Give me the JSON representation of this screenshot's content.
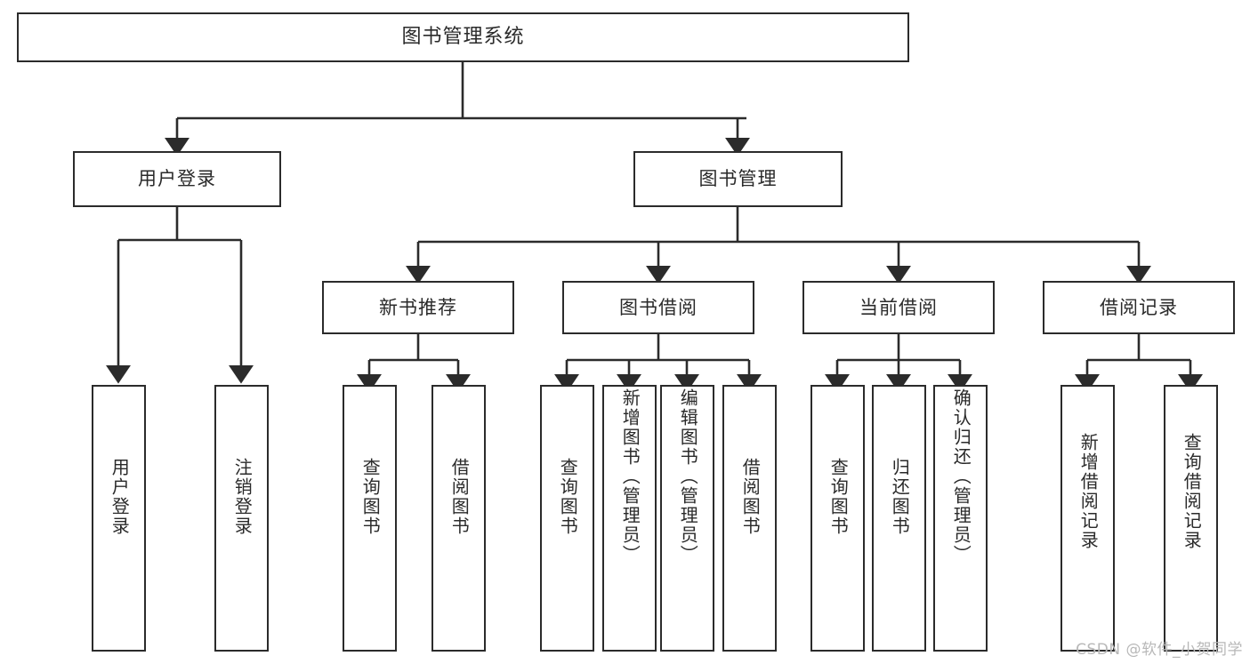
{
  "diagram": {
    "type": "tree",
    "title": "图书管理系统",
    "colors": {
      "border": "#2b2b2b",
      "background": "#ffffff",
      "text": "#2a2a2a",
      "watermark": "#b8b8b8"
    },
    "root": {
      "label": "图书管理系统"
    },
    "level2": [
      {
        "label": "用户登录"
      },
      {
        "label": "图书管理"
      }
    ],
    "level3": [
      {
        "label": "新书推荐"
      },
      {
        "label": "图书借阅"
      },
      {
        "label": "当前借阅"
      },
      {
        "label": "借阅记录"
      }
    ],
    "leaves": {
      "user_login": [
        {
          "label": "用户登录"
        },
        {
          "label": "注销登录"
        }
      ],
      "new_book_recommend": [
        {
          "label": "查询图书"
        },
        {
          "label": "借阅图书"
        }
      ],
      "book_borrow": [
        {
          "label": "查询图书"
        },
        {
          "label": "新增图书（管理员）"
        },
        {
          "label": "编辑图书（管理员）"
        },
        {
          "label": "借阅图书"
        }
      ],
      "current_borrow": [
        {
          "label": "查询图书"
        },
        {
          "label": "归还图书"
        },
        {
          "label": "确认归还（管理员）"
        }
      ],
      "borrow_record": [
        {
          "label": "新增借阅记录"
        },
        {
          "label": "查询借阅记录"
        }
      ]
    }
  },
  "watermark": {
    "text": "CSDN @软件_小贺同学"
  }
}
